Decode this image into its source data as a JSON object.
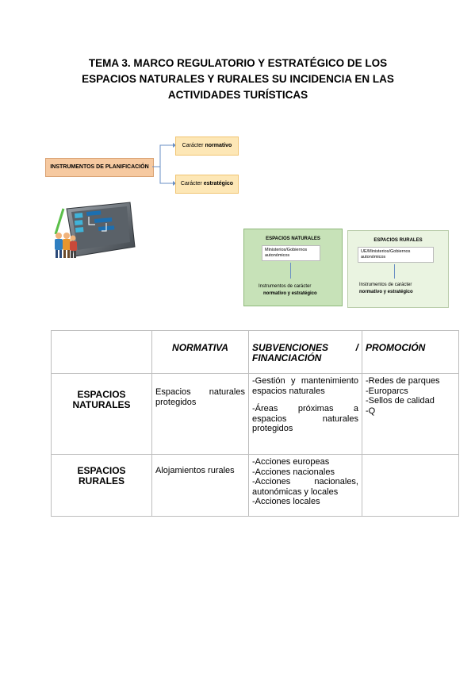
{
  "title": {
    "line1": "TEMA 3. MARCO REGULATORIO Y ESTRATÉGICO DE LOS",
    "line2": "ESPACIOS NATURALES Y RURALES SU INCIDENCIA EN LAS",
    "line3": "ACTIVIDADES TURÍSTICAS"
  },
  "diagram": {
    "root": "INSTRUMENTOS DE PLANIFICACIÓN",
    "branch1_prefix": "Carácter ",
    "branch1_bold": "normativo",
    "branch2_prefix": "Carácter ",
    "branch2_bold": "estratégico"
  },
  "zones": {
    "natural": {
      "title": "ESPACIOS NATURALES",
      "inner": "Ministerios/Gobiernos autonómicos",
      "bottom1": "Instrumentos de carácter",
      "bottom2": "normativo y estratégico"
    },
    "rural": {
      "title": "ESPACIOS RURALES",
      "inner": "UE/Ministerios/Gobiernos autonómicos",
      "bottom1": "Instrumentos de carácter",
      "bottom2": "normativo y estratégico"
    }
  },
  "table": {
    "headers": {
      "normativa": "NORMATIVA",
      "subv_a": "SUBVENCIONES",
      "subv_slash": "/",
      "subv_b": "FINANCIACIÓN",
      "promocion": "PROMOCIÓN"
    },
    "rows": [
      {
        "head1": "ESPACIOS",
        "head2": "NATURALES",
        "normativa": "Espacios naturales protegidos",
        "subv": [
          "-Gestión y mantenimiento espacios naturales",
          "-Áreas próximas a espacios naturales protegidos"
        ],
        "promo": [
          "-Redes de parques",
          "-Europarcs",
          "-Sellos de calidad",
          "-Q"
        ]
      },
      {
        "head1": "ESPACIOS",
        "head2": "RURALES",
        "normativa": "Alojamientos rurales",
        "subv": [
          "-Acciones europeas",
          "-Acciones nacionales",
          "-Acciones nacionales, autonómicas y locales",
          "-Acciones locales"
        ],
        "promo": []
      }
    ]
  },
  "colors": {
    "root_box": "#f6c9a0",
    "branch_box": "#fde7b6",
    "zone_green": "#c7e2b8",
    "zone_light": "#eaf4e1",
    "connector": "#6a8fc4"
  }
}
